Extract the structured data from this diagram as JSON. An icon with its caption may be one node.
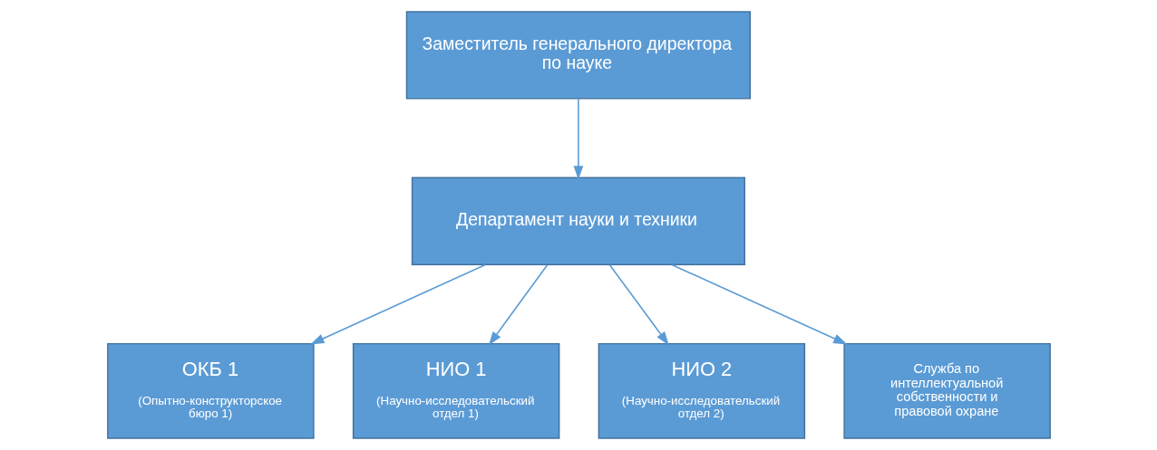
{
  "diagram": {
    "nodes": [
      {
        "text": [
          "Заместитель генерального директора по науке"
        ]
      },
      {
        "text": [
          "Департамент науки и техники"
        ]
      },
      {
        "text": [
          "ОКБ 1",
          "(Опытно-конструкторское бюро 1)"
        ]
      },
      {
        "text": [
          "НИО 1",
          "(Научно-исследовательский отдел 1)"
        ]
      },
      {
        "text": [
          "НИО 2",
          "(Научно-исследовательский отдел 2)"
        ]
      },
      {
        "text": [
          "Служба по интеллектуальной собственности и правовой охране"
        ]
      }
    ],
    "edges": [
      {
        "from": 0,
        "to": 1,
        "arrow": "to"
      },
      {
        "from": 1,
        "to": 2,
        "arrow": "to"
      },
      {
        "from": 1,
        "to": 3,
        "arrow": "to"
      },
      {
        "from": 1,
        "to": 4,
        "arrow": "to"
      },
      {
        "from": 1,
        "to": 5,
        "arrow": "to"
      }
    ]
  }
}
